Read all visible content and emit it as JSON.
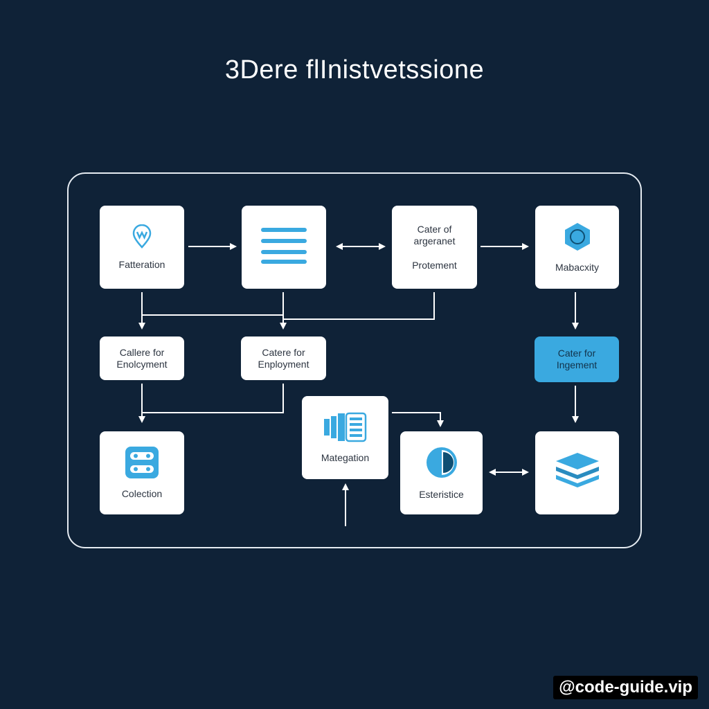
{
  "title": "3Dere flInistvetssione",
  "nodes": {
    "fatteration": {
      "label": "Fatteration",
      "icon": "location-pin-icon"
    },
    "list": {
      "label": "",
      "icon": "list-lines-icon"
    },
    "cater_argeranet": {
      "label_top": "Cater of\nargeranet",
      "label_bottom": "Protement"
    },
    "mabacxity": {
      "label": "Mabacxity",
      "icon": "hexagon-icon"
    },
    "callere_enolcyment": {
      "label": "Callere for\nEnolcyment"
    },
    "catere_enployment": {
      "label": "Catere for\nEnployment"
    },
    "cater_ingement": {
      "label": "Cater for\nIngement"
    },
    "collection": {
      "label": "Colection",
      "icon": "server-icon"
    },
    "mategation": {
      "label": "Mategation",
      "icon": "machine-icon"
    },
    "esteristice": {
      "label": "Esteristice",
      "icon": "pie-icon"
    },
    "stack": {
      "label": "",
      "icon": "stacked-layers-icon"
    }
  },
  "colors": {
    "background": "#0f2237",
    "accent": "#3aa9e0",
    "node": "#ffffff",
    "line": "#ffffff"
  },
  "watermark": "@code-guide.vip"
}
